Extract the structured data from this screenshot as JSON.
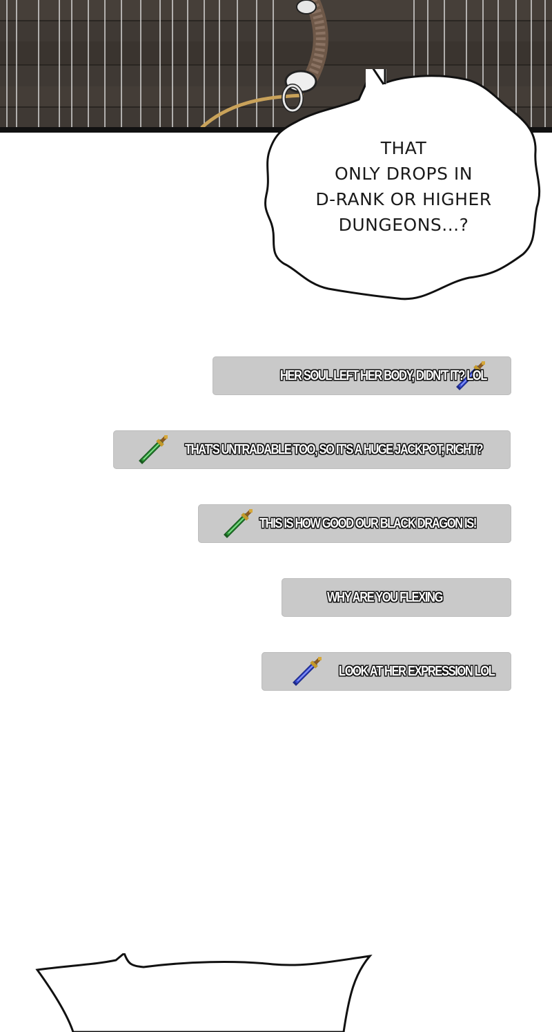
{
  "speech_bubble": {
    "lines": [
      "THAT",
      "ONLY DROPS IN",
      "D-RANK OR HIGHER",
      "DUNGEONS...?"
    ]
  },
  "chat": {
    "messages": [
      {
        "text": "HER SOUL LEFT HER BODY, DIDN'T IT? LOL",
        "sword_icon": "blue-sword-icon",
        "sword_color": "#3b4fd6"
      },
      {
        "text": "THAT'S UNTRADABLE TOO, SO IT'S A HUGE JACKPOT, RIGHT?",
        "sword_icon": "green-sword-icon",
        "sword_color": "#2f9a3a"
      },
      {
        "text": "THIS IS HOW GOOD OUR BLACK DRAGON IS!",
        "sword_icon": "green-sword-icon",
        "sword_color": "#2f9a3a"
      },
      {
        "text": "WHY ARE YOU FLEXING",
        "sword_icon": null,
        "sword_color": null
      },
      {
        "text": "LOOK AT HER EXPRESSION LOL",
        "sword_icon": "blue-sword-icon",
        "sword_color": "#3b4fd6"
      }
    ],
    "bubble_color": "#c9c9c9"
  }
}
